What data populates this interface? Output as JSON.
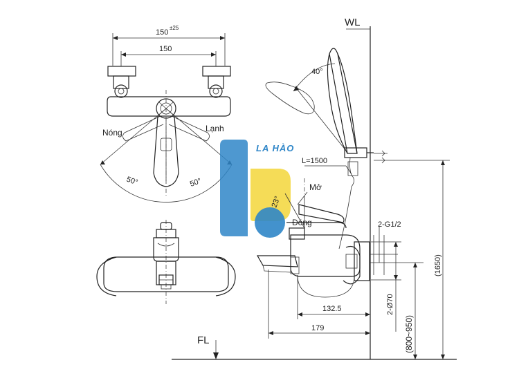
{
  "top_view": {
    "dim_total": "150",
    "dim_total_tol": "±25",
    "dim_inner": "150",
    "label_hot": "Nóng",
    "label_cold": "Lạnh",
    "angle_left": "50°",
    "angle_right": "50°"
  },
  "side_view": {
    "wl_label": "WL",
    "fl_label": "FL",
    "handshower_angle": "40°",
    "hose_length": "L=1500",
    "lever_angle": "23°",
    "open_label": "Mở",
    "close_label": "Đóng",
    "connection_label": "2-G1/2",
    "dim_spout_1": "132.5",
    "dim_spout_2": "179",
    "dim_diameter": "2-Ø70",
    "dim_height_range": "(800~950)",
    "dim_height_total": "(1650)"
  },
  "watermark": {
    "brand_text": "LA HÀO",
    "colors": {
      "blue": "#2f86c8",
      "yellow": "#f3d63a"
    }
  }
}
